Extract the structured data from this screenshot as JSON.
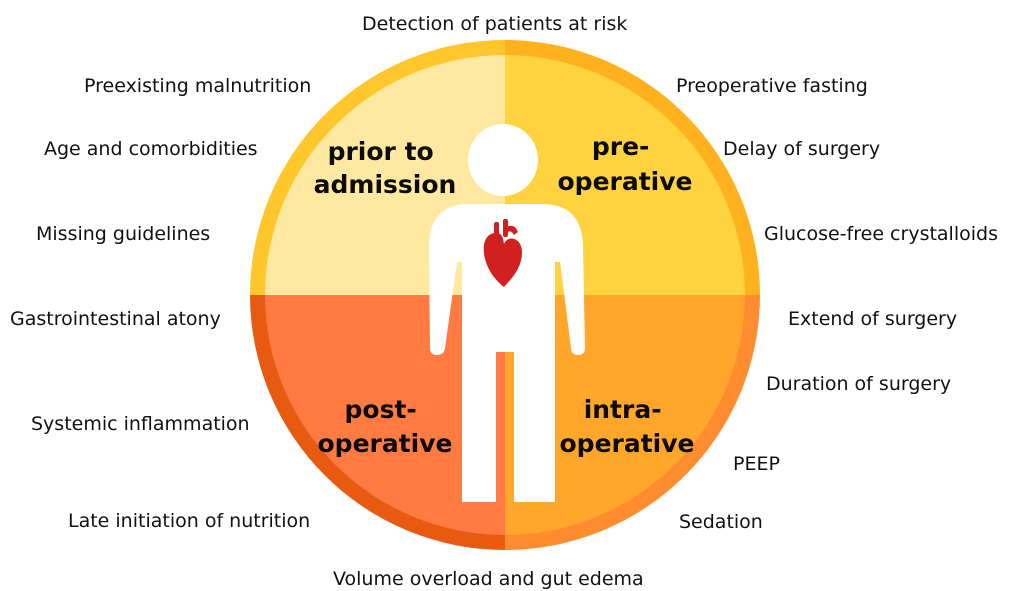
{
  "diagram": {
    "quadrants": {
      "prior_to_admission": {
        "line1": "prior to",
        "line2": "admission",
        "color": "#FFE8A0"
      },
      "pre_operative": {
        "line1": "pre-",
        "line2": "operative",
        "color": "#FFD23F"
      },
      "intra_operative": {
        "line1": "intra-",
        "line2": "operative",
        "color": "#FFA62B"
      },
      "post_operative": {
        "line1": "post-",
        "line2": "operative",
        "color": "#FF7B42"
      }
    },
    "ring_colors": {
      "upper_left": "#FFC72C",
      "upper_right": "#FFB21E",
      "lower_right": "#FF8C2E",
      "lower_left": "#E85A10"
    },
    "figure_color": "#FFFFFF",
    "heart_color": "#D21F1F",
    "risk_factors": {
      "top": "Detection of patients at risk",
      "bottom": "Volume overload and gut edema",
      "left": [
        "Preexisting malnutrition",
        "Age and comorbidities",
        "Missing guidelines",
        "Gastrointestinal atony",
        "Systemic inflammation",
        "Late initiation of nutrition"
      ],
      "right": [
        "Preoperative fasting",
        "Delay of surgery",
        "Glucose-free crystalloids",
        "Extend of surgery",
        "Duration of surgery",
        "PEEP",
        "Sedation"
      ]
    }
  }
}
